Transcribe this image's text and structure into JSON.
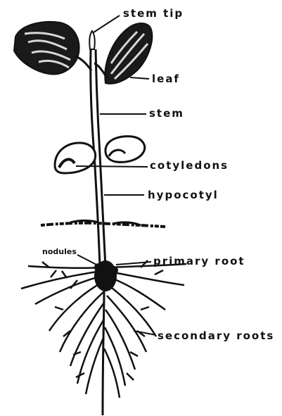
{
  "labels": {
    "stem_tip": "stem tip",
    "leaf": "leaf",
    "stem": "stem",
    "cotyledons": "cotyledons",
    "hypocotyl": "hypocotyl",
    "nodules": "nodules",
    "primary_root": "primary root",
    "secondary_roots": "secondary roots"
  },
  "colors": {
    "ink": "#111111",
    "background": "#ffffff"
  }
}
